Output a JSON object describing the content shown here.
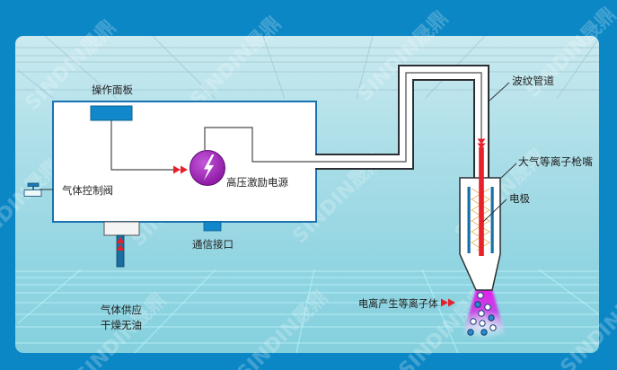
{
  "labels": {
    "operation_panel": "操作面板",
    "gas_control_valve": "气体控制阀",
    "hv_power_supply": "高压激励电源",
    "comm_interface": "通信接口",
    "gas_supply": "气体供应",
    "gas_supply_note": "干燥无油",
    "bellows_pipe": "波纹管道",
    "plasma_nozzle": "大气等离子枪嘴",
    "electrode": "电极",
    "ionization": "电离产生等离子体"
  },
  "watermark": {
    "text": "SINDIN晟鼎"
  },
  "icons": {
    "power_source": "lightning-bolt-icon",
    "gas_valve": "valve-icon",
    "flow_arrows": "double-arrow-icon"
  },
  "colors": {
    "frame": "#0b87c5",
    "panel_top": "#cbeaf0",
    "panel_mid": "#a9dde7",
    "panel_bottom": "#85d0de",
    "box_border": "#1a72b0",
    "component_blue": "#1188cc",
    "power_purple_light": "#c458dc",
    "power_purple_dark": "#8a149f",
    "arrow_red": "#e8202a",
    "plasma_magenta": "#e41ce8",
    "electrode_blue": "#1470a8",
    "zigzag_orange": "#f2b45c",
    "pipe_outline": "#2b2f33"
  }
}
